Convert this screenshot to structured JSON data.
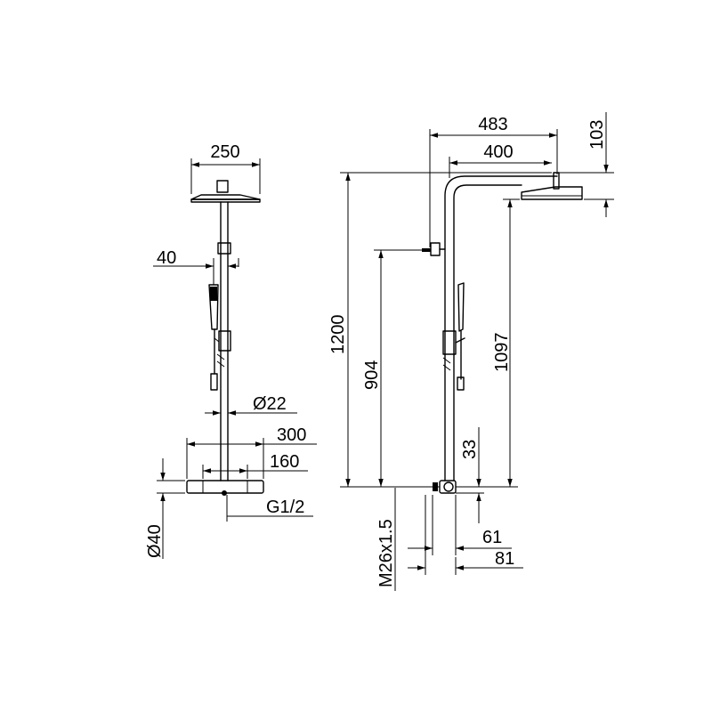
{
  "dimensions": {
    "front": {
      "head_width": "250",
      "handshower_offset": "40",
      "pipe_diameter": "Ø22",
      "mixer_width": "300",
      "connection_spacing": "160",
      "mixer_depth": "Ø40",
      "connection_thread": "G1/2"
    },
    "side": {
      "arm_reach": "483",
      "arm_to_head": "400",
      "head_height": "103",
      "total_height": "1200",
      "outlet_height": "904",
      "head_clearance": "1097",
      "mixer_offset": "33",
      "thread": "M26x1.5",
      "depth_61": "61",
      "depth_81": "81"
    }
  },
  "colors": {
    "line": "#000000",
    "background": "#ffffff"
  }
}
